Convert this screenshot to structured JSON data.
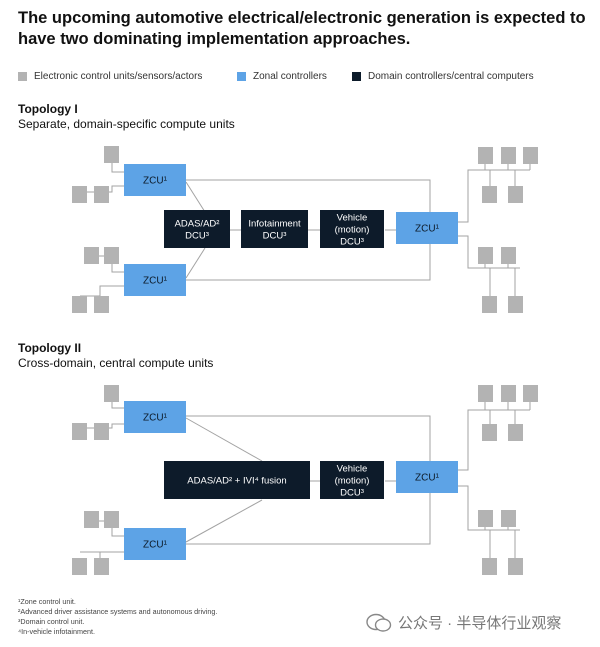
{
  "title": "The upcoming automotive electrical/electronic generation is expected to have two dominating implementation approaches.",
  "legend": [
    {
      "label": "Electronic control units/sensors/actors",
      "color": "#b3b3b3"
    },
    {
      "label": "Zonal controllers",
      "color": "#5da3e6"
    },
    {
      "label": "Domain controllers/central computers",
      "color": "#0d1b2a"
    }
  ],
  "topology1": {
    "title": "Topology I",
    "subtitle": "Separate, domain-specific compute units",
    "zcu_label": "ZCU¹",
    "dcu": [
      {
        "line1": "ADAS/AD²",
        "line2": "DCU³"
      },
      {
        "line1": "Infotainment",
        "line2": "DCU³"
      },
      {
        "line1": "Vehicle",
        "line2": "(motion)",
        "line3": "DCU³"
      }
    ]
  },
  "topology2": {
    "title": "Topology II",
    "subtitle": "Cross-domain, central compute units",
    "zcu_label": "ZCU¹",
    "fusion": "ADAS/AD² + IVI⁴ fusion",
    "vehicle": {
      "line1": "Vehicle",
      "line2": "(motion)",
      "line3": "DCU³"
    }
  },
  "footnotes": [
    "¹Zone control unit.",
    "²Advanced driver assistance systems and autonomous driving.",
    "³Domain control unit.",
    "⁴In-vehicle infotainment."
  ],
  "watermark": "公众号 · 半导体行业观察",
  "colors": {
    "ecu": "#b3b3b3",
    "zcu": "#5da3e6",
    "dcu": "#0d1b2a",
    "line": "#9a9a9a"
  }
}
